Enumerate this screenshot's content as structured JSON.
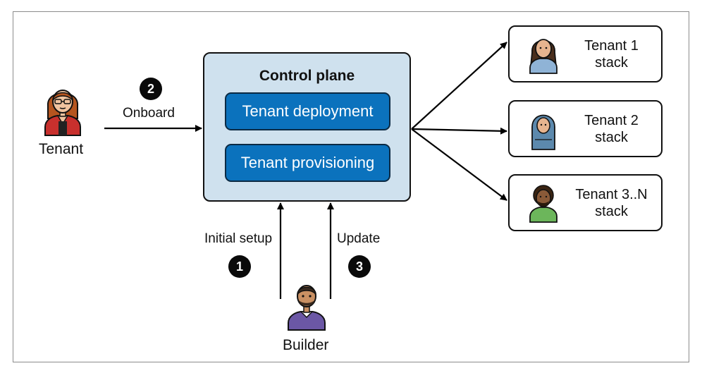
{
  "control_plane": {
    "title": "Control plane",
    "deployment_label": "Tenant deployment",
    "provisioning_label": "Tenant provisioning"
  },
  "actors": {
    "tenant_label": "Tenant",
    "builder_label": "Builder"
  },
  "steps": {
    "onboard": {
      "number": "2",
      "label": "Onboard"
    },
    "initial_setup": {
      "number": "1",
      "label": "Initial setup"
    },
    "update": {
      "number": "3",
      "label": "Update"
    }
  },
  "stacks": [
    {
      "label": "Tenant 1\nstack"
    },
    {
      "label": "Tenant 2\nstack"
    },
    {
      "label": "Tenant 3..N\nstack"
    }
  ],
  "colors": {
    "control_plane_fill": "#cfe1ee",
    "box_blue": "#0b72bd",
    "tenant_red": "#c8302d",
    "builder_purple": "#6b57a5"
  }
}
